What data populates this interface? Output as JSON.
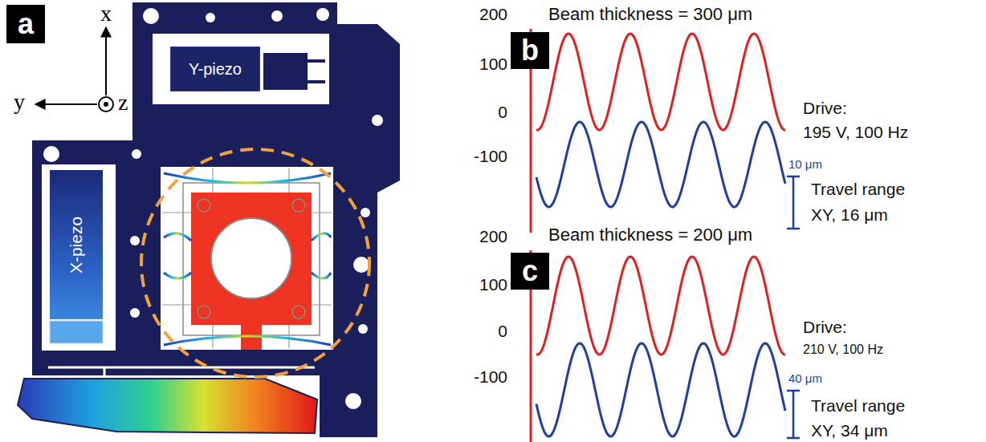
{
  "diagram": {
    "nodes": [
      {
        "text": [
          "a"
        ]
      },
      {
        "text": [
          "Y-piezo"
        ]
      },
      {
        "text": [
          "X-piezo"
        ]
      },
      {
        "text": [
          "b"
        ]
      },
      {
        "text": [
          "c"
        ]
      }
    ],
    "labels": [
      "x",
      "y",
      "z",
      "Beam thickness = 300 μm",
      "200",
      "100",
      "0",
      "-100",
      "Drive:",
      "195 V, 100 Hz",
      "10 μm",
      "Travel range",
      "XY, 16 μm",
      "Beam thickness = 200 μm",
      "200",
      "100",
      "0",
      "-100",
      "Drive:",
      "210 V, 100 Hz",
      "40 μm",
      "Travel range",
      "XY, 34 μm"
    ]
  }
}
